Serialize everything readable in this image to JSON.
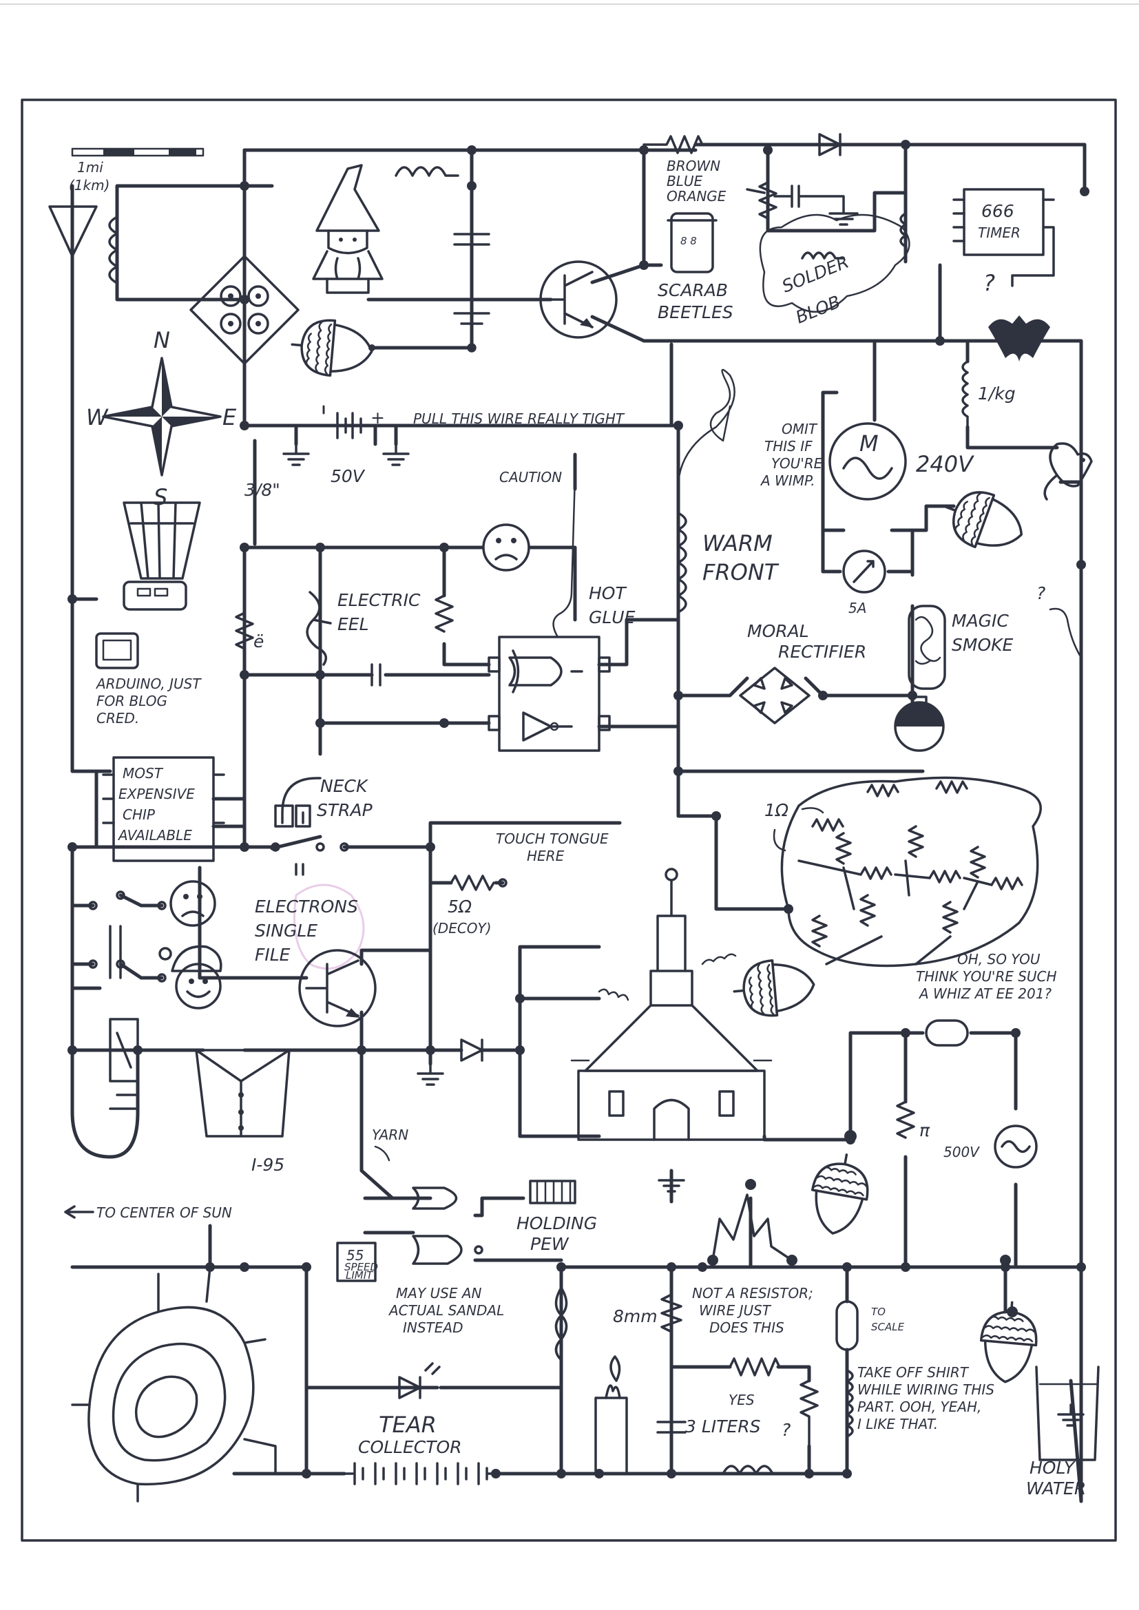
{
  "colors": {
    "ink": "#2f3340",
    "paper": "#ffffff",
    "pink_ghost": "#e9cde8"
  },
  "scale_bar": {
    "line1": "1mi",
    "line2": "(1km)"
  },
  "compass": {
    "n": "N",
    "s": "S",
    "e": "E",
    "w": "W"
  },
  "labels": {
    "resistor_colors": [
      "BROWN",
      "BLUE",
      "ORANGE"
    ],
    "scarab": [
      "SCARAB",
      "BEETLES"
    ],
    "solder": [
      "SOLDER",
      "BLOB"
    ],
    "timer": [
      "666",
      "TIMER"
    ],
    "question": "?",
    "per_kg": "1/kg",
    "pull_wire": "PULL THIS WIRE REALLY TIGHT",
    "fifty_v": "50V",
    "three_eighths": "3/8\"",
    "omit": [
      "OMIT",
      "THIS IF",
      "YOU'RE",
      "A WIMP."
    ],
    "motor_m": "M",
    "v240": "240V",
    "caution": "CAUTION",
    "warm_front": [
      "WARM",
      "FRONT"
    ],
    "five_a": "5A",
    "magic_smoke": [
      "MAGIC",
      "SMOKE"
    ],
    "electric_eel": [
      "ELECTRIC",
      "EEL"
    ],
    "hot_glue": [
      "HOT",
      "GLUE"
    ],
    "moral_rectifier": [
      "MORAL",
      "RECTIFIER"
    ],
    "arduino": [
      "ARDUINO, JUST",
      "FOR BLOG",
      "CRED."
    ],
    "most_expensive": [
      "MOST",
      "EXPENSIVE",
      "CHIP",
      "AVAILABLE"
    ],
    "neck_strap": [
      "NECK",
      "STRAP"
    ],
    "touch_tongue": [
      "TOUCH TONGUE",
      "HERE"
    ],
    "one_ohm": "1Ω",
    "electrons": [
      "ELECTRONS",
      "SINGLE",
      "FILE"
    ],
    "five_ohm": [
      "5Ω",
      "(DECOY)"
    ],
    "whiz": [
      "OH, SO YOU",
      "THINK YOU'RE SUCH",
      "A WHIZ AT EE 201?"
    ],
    "i95": "I-95",
    "yarn": "YARN",
    "pi": "π",
    "v500": "500V",
    "to_center_of_sun": "TO CENTER OF SUN",
    "holding_pew": [
      "HOLDING",
      "PEW"
    ],
    "speed_limit": [
      "55",
      "SPEED",
      "LIMIT"
    ],
    "sandal": [
      "MAY USE AN",
      "ACTUAL SANDAL",
      "INSTEAD"
    ],
    "eight_mm": "8mm",
    "not_resistor": [
      "NOT A RESISTOR;",
      "WIRE JUST",
      "DOES THIS"
    ],
    "to_scale": [
      "TO",
      "SCALE"
    ],
    "tear_collector": [
      "TEAR",
      "COLLECTOR"
    ],
    "yes": "YES",
    "three_liters": "3 LITERS",
    "shirt": [
      "TAKE OFF SHIRT",
      "WHILE WIRING THIS",
      "PART. OOH, YEAH,",
      "I LIKE THAT."
    ],
    "holy_water": [
      "HOLY",
      "WATER"
    ],
    "eel_e": "ë"
  }
}
